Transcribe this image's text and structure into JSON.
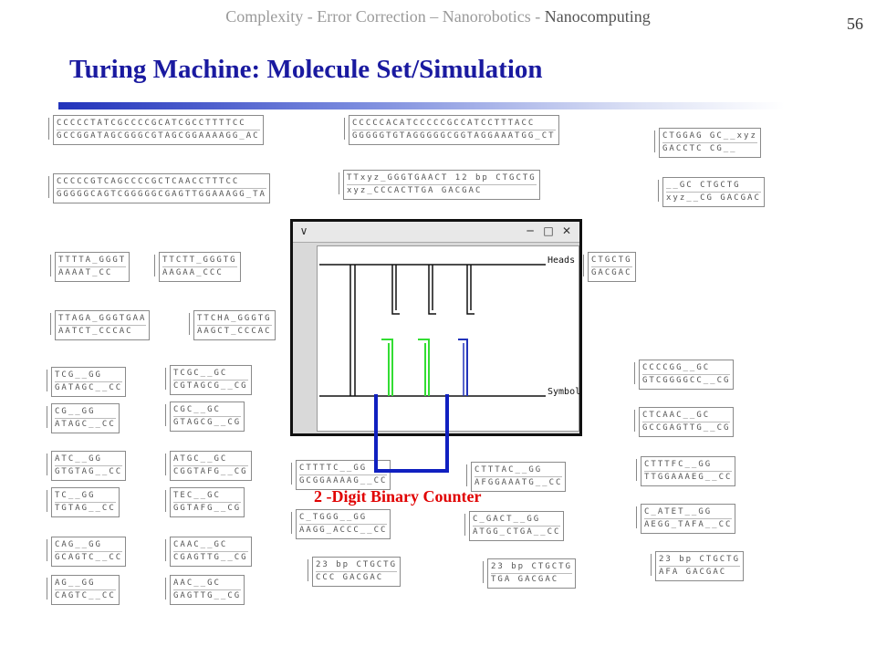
{
  "header": {
    "crumbs": "Complexity - Error Correction – Nanorobotics - ",
    "active": "Nanocomputing"
  },
  "page_number": "56",
  "title": "Turing Machine: Molecule Set/Simulation",
  "window": {
    "heads_label": "Heads",
    "symbol_label": "Symbol",
    "caption": "2 -Digit Binary Counter"
  },
  "molecules": [
    {
      "top": "CCCCCTATCGCCCCGCATCGCCTTTTCC",
      "bot": "GCCGGATAGCGGGCGTAGCGGAAAAGG_AC"
    },
    {
      "top": "CCCCCACATCCCCCGCCATCCTTTACC",
      "bot": "GGGGGTGTAGGGGGCGGTAGGAAATGG_CT"
    },
    {
      "top": "CTGGAG  GC__xyz",
      "bot": "GACCTC  CG__"
    },
    {
      "top": "CCCCCGTCAGCCCCGCTCAACCTTTCC",
      "bot": "GGGGGCAGTCGGGGGCGAGTTGGAAAGG_TA"
    },
    {
      "top": "TTxyz_GGGTGAACT  12 bp  CTGCTG",
      "bot": "xyz_CCCACTTGA        GACGAC"
    },
    {
      "top": "__GC   CTGCTG",
      "bot": "xyz__CG   GACGAC"
    },
    {
      "top": "TTTTA_GGGT",
      "bot": "AAAAT_CC"
    },
    {
      "top": "TTCTT_GGGTG",
      "bot": "AAGAA_CCC"
    },
    {
      "top": "CTGCTG",
      "bot": "GACGAC"
    },
    {
      "top": "TTAGA_GGGTGAA",
      "bot": "AATCT_CCCAC"
    },
    {
      "top": "TTCHA_GGGTG",
      "bot": "AAGCT_CCCAC"
    },
    {
      "top": "TCG__GG",
      "bot": "GATAGC__CC"
    },
    {
      "top": "TCGC__GC",
      "bot": "CGTAGCG__CG"
    },
    {
      "top": "CCCCGG__GC",
      "bot": "GTCGGGGCC__CG"
    },
    {
      "top": "CG__GG",
      "bot": "ATAGC__CC"
    },
    {
      "top": "CGC__GC",
      "bot": "GTAGCG__CG"
    },
    {
      "top": "CTCAAC__GC",
      "bot": "GCCGAGTTG__CG"
    },
    {
      "top": "ATC__GG",
      "bot": "GTGTAG__CC"
    },
    {
      "top": "ATGC__GC",
      "bot": "CGGTAFG__CG"
    },
    {
      "top": "CTTTTC__GG",
      "bot": "GCGGAAAAG__CC"
    },
    {
      "top": "CTTTAC__GG",
      "bot": "AFGGAAATG__CC"
    },
    {
      "top": "CTTTFC__GG",
      "bot": "TTGGAAAEG__CC"
    },
    {
      "top": "TC__GG",
      "bot": "TGTAG__CC"
    },
    {
      "top": "TEC__GC",
      "bot": "GGTAFG__CG"
    },
    {
      "top": "C_TGGG__GG",
      "bot": "AAGG_ACCC__CC"
    },
    {
      "top": "C_GACT__GG",
      "bot": "ATGG_CTGA__CC"
    },
    {
      "top": "C_ATET__GG",
      "bot": "AEGG_TAFA__CC"
    },
    {
      "top": "CAG__GG",
      "bot": "GCAGTC__CC"
    },
    {
      "top": "CAAC__GC",
      "bot": "CGAGTTG__CG"
    },
    {
      "top": "23 bp  CTGCTG",
      "bot": "CCC       GACGAC"
    },
    {
      "top": "23 bp  CTGCTG",
      "bot": "TGA       GACGAC"
    },
    {
      "top": "23 bp  CTGCTG",
      "bot": "AFA       GACGAC"
    },
    {
      "top": "AG__GG",
      "bot": "CAGTC__CC"
    },
    {
      "top": "AAC__GC",
      "bot": "GAGTTG__CG"
    }
  ]
}
